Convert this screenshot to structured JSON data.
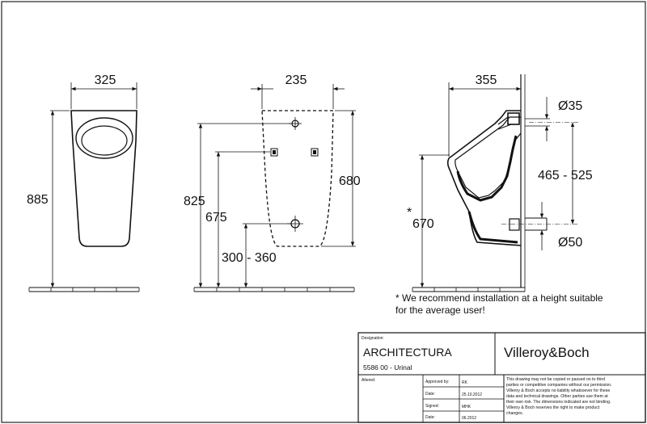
{
  "dimensions": {
    "front_width": "325",
    "front_height": "885",
    "wall_width": "235",
    "wall_height_825": "825",
    "wall_height_675": "675",
    "wall_height_680": "680",
    "wall_range": "300 - 360",
    "side_depth": "355",
    "inlet_diameter": "Ø35",
    "outlet_diameter": "Ø50",
    "inlet_range": "465 - 525",
    "install_height": "670",
    "install_mark": "*"
  },
  "note": {
    "line1": "* We recommend installation at a height suitable",
    "line2": "for the average user!"
  },
  "title_block": {
    "designation_label": "Designation:",
    "product_name": "ARCHITECTURA",
    "product_code": "5586 00 - Urinal",
    "brand": "Villeroy&Boch",
    "altered_label": "Altered:",
    "approved_label": "Approved by:",
    "approved_value": "RK",
    "date1_label": "Date:",
    "date1_value": "25.10.2012",
    "signed_label": "Signed:",
    "signed_value": "MHK",
    "date2_label": "Date:",
    "date2_value": "06.2012",
    "disclaimer": [
      "This drawing may not be copied or passed on to third",
      "parties or competitive companies without our permission.",
      "Villeroy & Boch accepts no liability whatsoever for these",
      "data and technical drawings. Other parties use them at",
      "their own risk. The dimensions indicated are not binding.",
      "Villeroy & Boch reserves the right to make product",
      "changes."
    ]
  }
}
